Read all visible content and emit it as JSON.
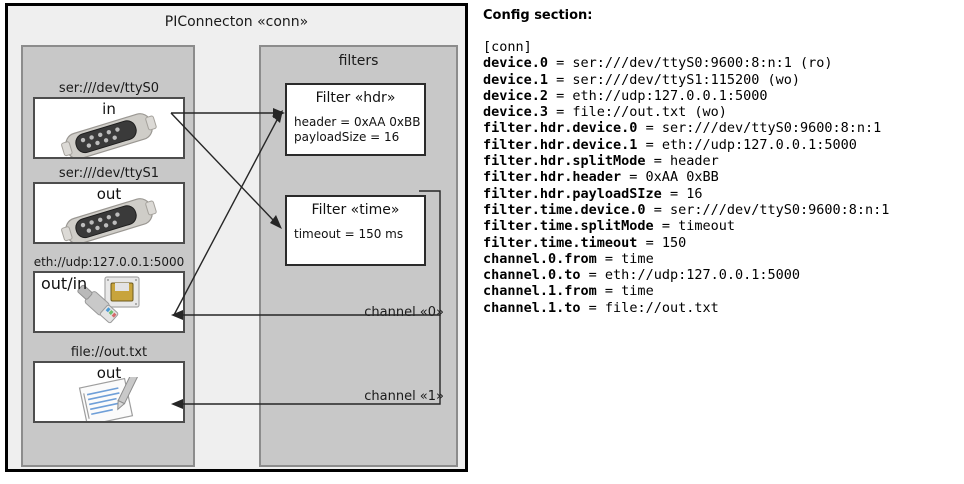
{
  "diagram": {
    "title": "PIConnecton «conn»",
    "devices_panel": {
      "title": "",
      "devices": [
        {
          "label": "ser:///dev/ttyS0",
          "direction": "in",
          "icon": "serial-port-icon"
        },
        {
          "label": "ser:///dev/ttyS1",
          "direction": "out",
          "icon": "serial-port-icon"
        },
        {
          "label": "eth://udp:127.0.0.1:5000",
          "direction": "out/in",
          "icon": "ethernet-jack-icon"
        },
        {
          "label": "file://out.txt",
          "direction": "out",
          "icon": "text-file-icon"
        }
      ]
    },
    "filters_panel": {
      "title": "filters",
      "filters": [
        {
          "title": "Filter «hdr»",
          "props": [
            "header = 0xAA 0xBB",
            "payloadSize = 16"
          ]
        },
        {
          "title": "Filter «time»",
          "props": [
            "timeout = 150 ms"
          ]
        }
      ]
    },
    "channels": [
      {
        "label": "channel «0»"
      },
      {
        "label": "channel «1»"
      }
    ]
  },
  "config": {
    "heading": "Config section:",
    "lines": [
      {
        "key": "",
        "rest": "[conn]"
      },
      {
        "key": "device.0",
        "rest": " = ser:///dev/ttyS0:9600:8:n:1 (ro)"
      },
      {
        "key": "device.1",
        "rest": " = ser:///dev/ttyS1:115200 (wo)"
      },
      {
        "key": "device.2",
        "rest": " = eth://udp:127.0.0.1:5000"
      },
      {
        "key": "device.3",
        "rest": " = file://out.txt (wo)"
      },
      {
        "key": "filter.hdr.device.0",
        "rest": " = ser:///dev/ttyS0:9600:8:n:1"
      },
      {
        "key": "filter.hdr.device.1",
        "rest": " = eth://udp:127.0.0.1:5000"
      },
      {
        "key": "filter.hdr.splitMode",
        "rest": " = header"
      },
      {
        "key": "filter.hdr.header",
        "rest": " = 0xAA 0xBB"
      },
      {
        "key": "filter.hdr.payloadSIze",
        "rest": " = 16"
      },
      {
        "key": "filter.time.device.0",
        "rest": " = ser:///dev/ttyS0:9600:8:n:1"
      },
      {
        "key": "filter.time.splitMode",
        "rest": " = timeout"
      },
      {
        "key": "filter.time.timeout",
        "rest": " = 150"
      },
      {
        "key": "channel.0.from",
        "rest": " = time"
      },
      {
        "key": "channel.0.to",
        "rest": " = eth://udp:127.0.0.1:5000"
      },
      {
        "key": "channel.1.from",
        "rest": " = time"
      },
      {
        "key": "channel.1.to",
        "rest": " = file://out.txt"
      }
    ]
  },
  "colors": {
    "frame": "#000000",
    "panel_fill": "#c8c8c8",
    "panel_border": "#8c8c8c",
    "canvas": "#efefef",
    "box_fill": "#ffffff",
    "wire": "#262626"
  }
}
